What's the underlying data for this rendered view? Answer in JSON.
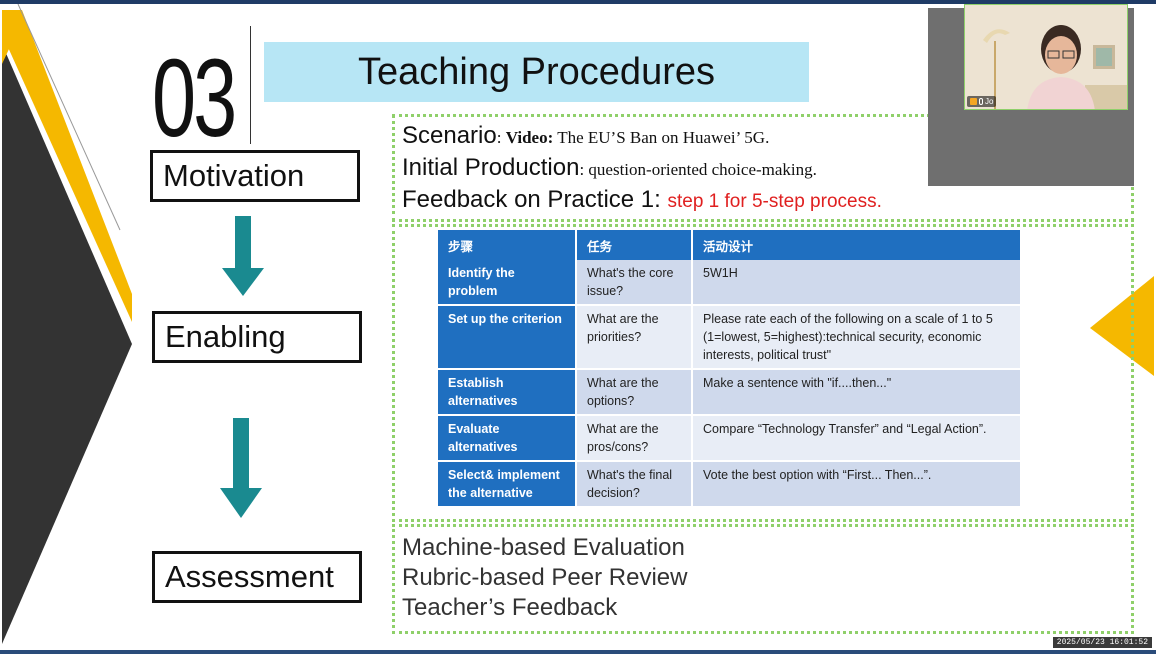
{
  "slide": {
    "number": "03",
    "title": "Teaching Procedures"
  },
  "steps": {
    "motivation": "Motivation",
    "enabling": "Enabling",
    "assessment": "Assessment"
  },
  "motivation_panel": {
    "scenario_label": "Scenario",
    "scenario_colon": ": ",
    "scenario_video_label": "Video:",
    "scenario_text": " The EU’S Ban on Huawei’ 5G.",
    "initial_label": "Initial Production",
    "initial_colon": ": ",
    "initial_text": "question-oriented choice-making.",
    "feedback_label": "Feedback on Practice 1: ",
    "feedback_text": "step 1 for 5-step process."
  },
  "table": {
    "headers": [
      "步骤",
      "任务",
      "活动设计"
    ],
    "rows": [
      {
        "step": "Identify the problem",
        "task": "What's the core issue?",
        "activity": "5W1H"
      },
      {
        "step": "Set up the criterion",
        "task": "What are the priorities?",
        "activity": "Please rate each of the following on a scale of 1 to 5 (1=lowest, 5=highest):technical security, economic interests, political trust\""
      },
      {
        "step": "Establish alternatives",
        "task": "What are the options?",
        "activity": "Make a sentence with \"if....then...\""
      },
      {
        "step": "Evaluate alternatives",
        "task": "What are the pros/cons?",
        "activity": "Compare “Technology Transfer” and “Legal Action”."
      },
      {
        "step": "Select& implement the alternative",
        "task": "What's the final decision?",
        "activity": "Vote the best option with “First... Then...”."
      }
    ]
  },
  "assessment_panel": {
    "items": [
      "Machine-based Evaluation",
      "Rubric-based Peer Review",
      "Teacher’s Feedback"
    ]
  },
  "video": {
    "participant_name": "Jo"
  },
  "timestamp": "2025/05/23 16:01:52",
  "colors": {
    "title_band": "#b7e6f5",
    "arrow": "#1a8a90",
    "dotted_border": "#8fd06a",
    "table_header": "#1f6fc0",
    "highlight_red": "#e02020",
    "accent_yellow": "#f5b800"
  }
}
